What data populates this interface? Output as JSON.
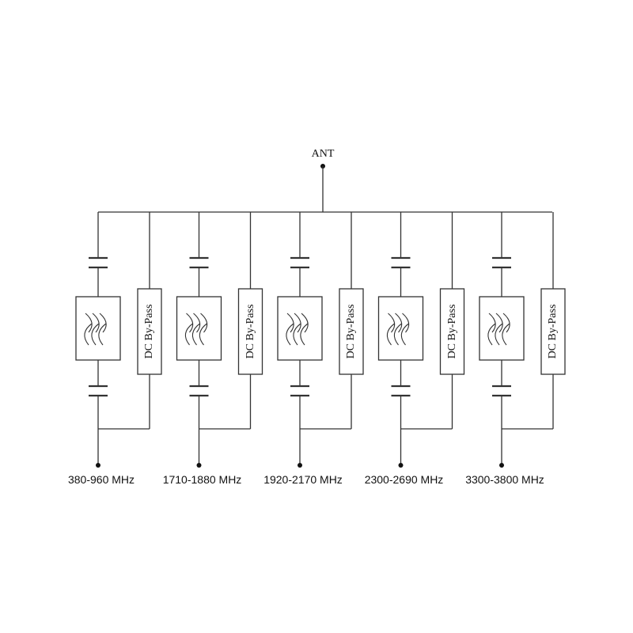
{
  "antenna": {
    "label": "ANT"
  },
  "branches": [
    {
      "band": "380-960 MHz",
      "bypass_label": "DC By-Pass"
    },
    {
      "band": "1710-1880 MHz",
      "bypass_label": "DC By-Pass"
    },
    {
      "band": "1920-2170 MHz",
      "bypass_label": "DC By-Pass"
    },
    {
      "band": "2300-2690 MHz",
      "bypass_label": "DC By-Pass"
    },
    {
      "band": "3300-3800 MHz",
      "bypass_label": "DC By-Pass"
    }
  ],
  "colors": {
    "line": "#333333"
  }
}
